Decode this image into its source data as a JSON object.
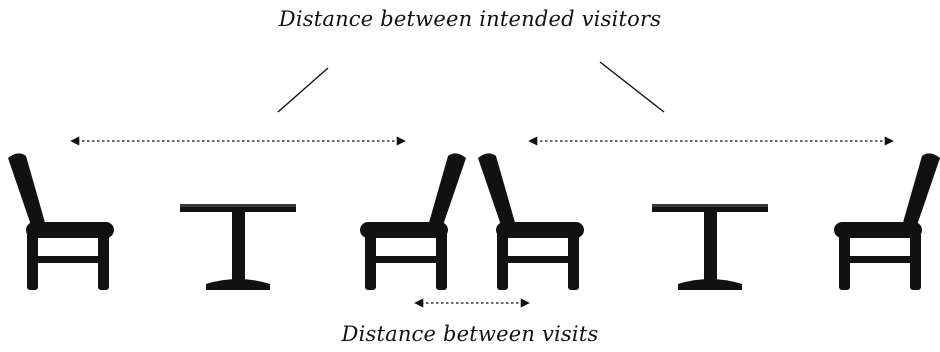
{
  "captions": {
    "top": "Distance between intended visitors",
    "bottom": "Distance between visits"
  },
  "colors": {
    "furniture": "#111111",
    "table_top_highlight": "#3a3a3a",
    "line": "#111111",
    "text": "#111111",
    "background": "#ffffff"
  },
  "icons": {
    "chair": "chair-icon",
    "table": "table-icon"
  },
  "arrows": {
    "style": "dotted",
    "heads": "both"
  }
}
